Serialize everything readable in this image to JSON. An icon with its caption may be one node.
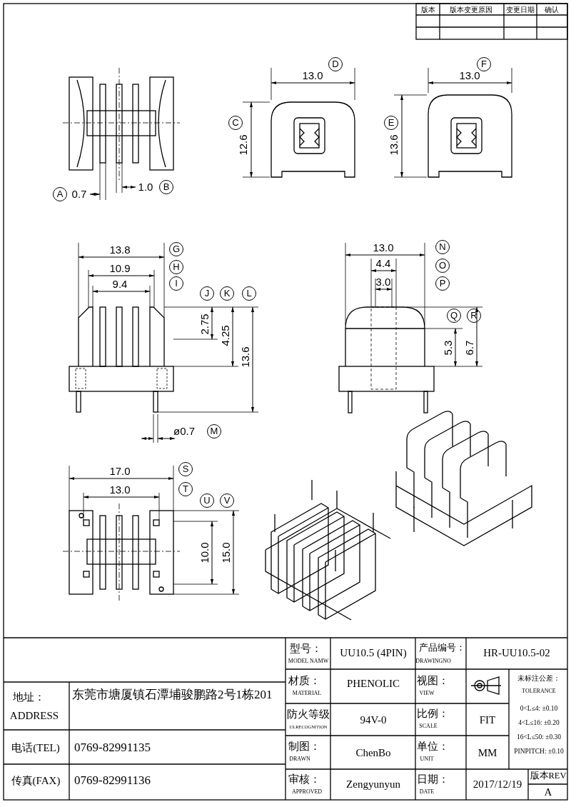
{
  "diagram": {
    "labels": [
      "版本",
      "版本变更原因",
      "变更日期",
      "确认",
      "A",
      "0.7",
      "1.0",
      "B",
      "13.0",
      "D",
      "C",
      "12.6",
      "13.0",
      "F",
      "E",
      "13.6",
      "13.8",
      "G",
      "10.9",
      "H",
      "9.4",
      "I",
      "J",
      "K",
      "L",
      "2.75",
      "4.25",
      "13.6",
      "ø0.7",
      "M",
      "13.0",
      "N",
      "4.4",
      "O",
      "3.0",
      "P",
      "Q",
      "R",
      "5.3",
      "6.7",
      "17.0",
      "S",
      "13.0",
      "T",
      "U",
      "V",
      "10.0",
      "15.0",
      "地址：",
      "ADDRESS",
      "东莞市塘厦镇石潭埔骏鹏路2号1栋201",
      "电话(TEL)",
      "0769-82991135",
      "传真(FAX)",
      "0769-82991136",
      "型号：",
      "MODEL NAMW",
      "UU10.5 (4PIN)",
      "产品编号：",
      "DRAWINGNO",
      "HR-UU10.5-02",
      "材质：",
      "MATERIAL",
      "PHENOLIC",
      "视图：",
      "VIEW",
      "未标注公差：",
      "TOLERANCE",
      "防火等级",
      "ULRECOGNITION",
      "94V-0",
      "比例：",
      "SCALE",
      "FIT",
      "0<L≤4: ±0.10",
      "4<L≤16: ±0.20",
      "16<L≤50: ±0.30",
      "PINPITCH: ±0.10",
      "制图：",
      "DRAWN",
      "ChenBo",
      "单位：",
      "UNIT",
      "MM",
      "审核：",
      "APPROVED",
      "Zengyunyun",
      "日期：",
      "DATE",
      "2017/12/19",
      "版本REV",
      "A"
    ]
  }
}
